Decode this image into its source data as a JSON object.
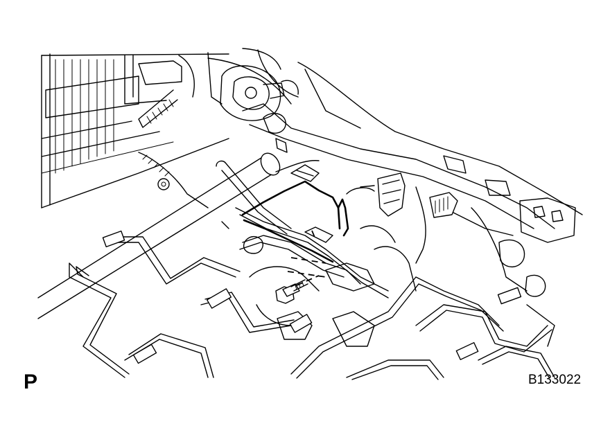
{
  "figure": {
    "view_label": "P",
    "figure_id": "B133022"
  },
  "icons": {
    "drawing": "seat-frame-wire-harness-illustration",
    "fastener": "bolt-icon"
  }
}
